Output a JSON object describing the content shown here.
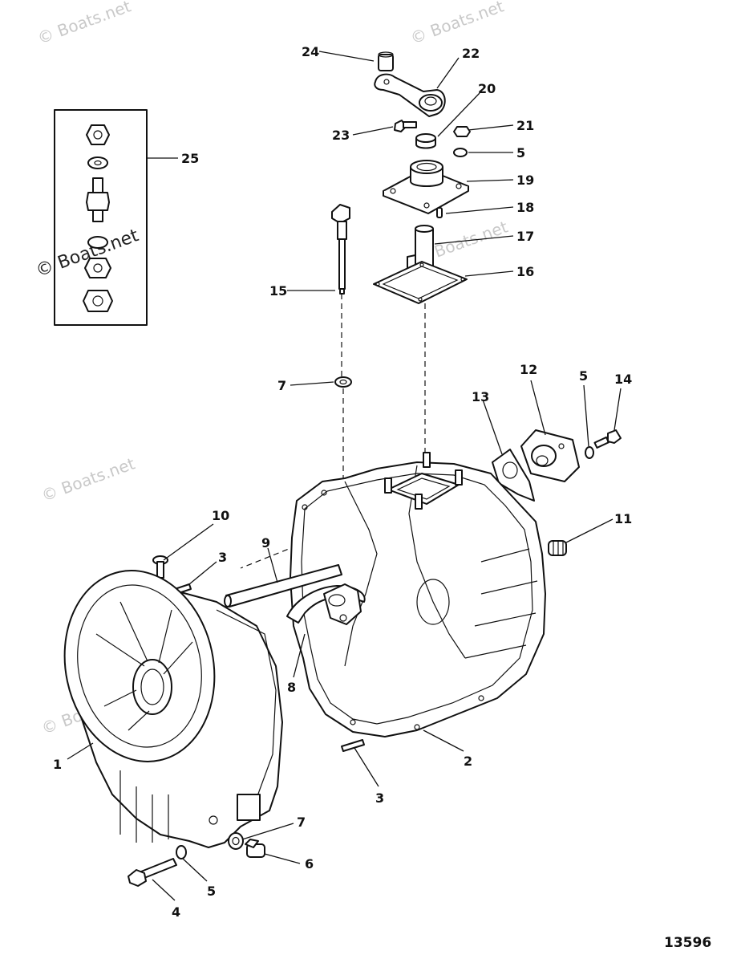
{
  "watermark": "© Boats.net",
  "figure_number": "13596",
  "callouts": [
    "24",
    "22",
    "20",
    "23",
    "21",
    "5",
    "19",
    "18",
    "17",
    "16",
    "15",
    "25",
    "7",
    "12",
    "5",
    "14",
    "13",
    "11",
    "10",
    "3",
    "9",
    "8",
    "1",
    "2",
    "3",
    "7",
    "6",
    "5",
    "4"
  ],
  "colors": {
    "ink": "#111111",
    "watermark": "#c9c9c9",
    "paper": "#ffffff"
  }
}
